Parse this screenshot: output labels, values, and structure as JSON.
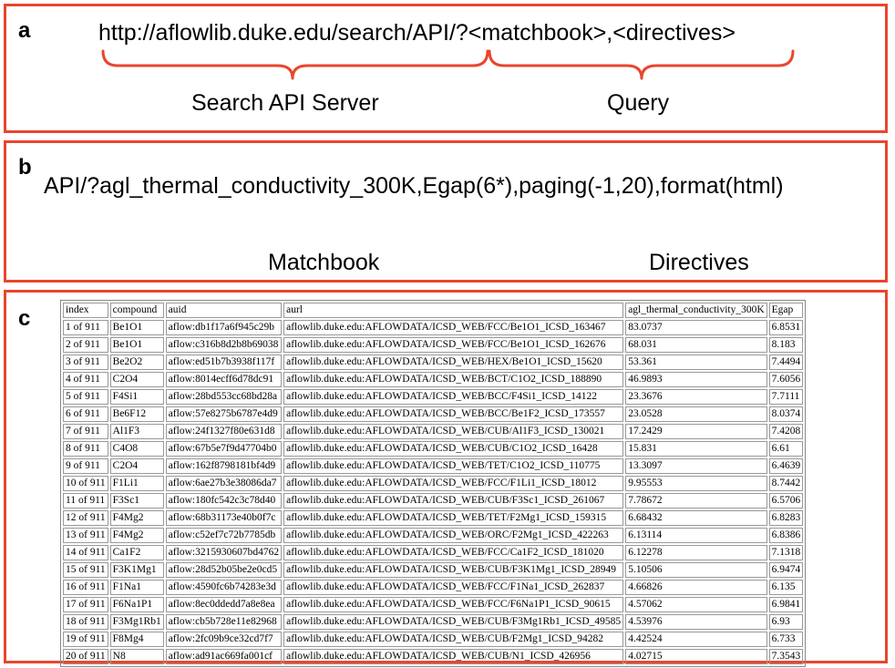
{
  "panel_a": {
    "label": "a",
    "url_prefix": "http://aflowlib.duke.edu/search/API/",
    "url_query": "?<matchbook>,<directives>",
    "server_caption": "Search API Server",
    "query_caption": "Query"
  },
  "panel_b": {
    "label": "b",
    "matchbook_part": "API/?agl_thermal_conductivity_300K,Egap(6*)",
    "directives_part": ",paging(-1,20),format(html)",
    "matchbook_caption": "Matchbook",
    "directives_caption": "Directives"
  },
  "panel_c": {
    "label": "c",
    "columns": [
      "index",
      "compound",
      "auid",
      "aurl",
      "agl_thermal_conductivity_300K",
      "Egap"
    ],
    "rows": [
      [
        "1 of 911",
        "Be1O1",
        "aflow:db1f17a6f945c29b",
        "aflowlib.duke.edu:AFLOWDATA/ICSD_WEB/FCC/Be1O1_ICSD_163467",
        "83.0737",
        "6.8531"
      ],
      [
        "2 of 911",
        "Be1O1",
        "aflow:c316b8d2b8b69038",
        "aflowlib.duke.edu:AFLOWDATA/ICSD_WEB/FCC/Be1O1_ICSD_162676",
        "68.031",
        "8.183"
      ],
      [
        "3 of 911",
        "Be2O2",
        "aflow:ed51b7b3938f117f",
        "aflowlib.duke.edu:AFLOWDATA/ICSD_WEB/HEX/Be1O1_ICSD_15620",
        "53.361",
        "7.4494"
      ],
      [
        "4 of 911",
        "C2O4",
        "aflow:8014ecff6d78dc91",
        "aflowlib.duke.edu:AFLOWDATA/ICSD_WEB/BCT/C1O2_ICSD_188890",
        "46.9893",
        "7.6056"
      ],
      [
        "5 of 911",
        "F4Si1",
        "aflow:28bd553cc68bd28a",
        "aflowlib.duke.edu:AFLOWDATA/ICSD_WEB/BCC/F4Si1_ICSD_14122",
        "23.3676",
        "7.7111"
      ],
      [
        "6 of 911",
        "Be6F12",
        "aflow:57e8275b6787e4d9",
        "aflowlib.duke.edu:AFLOWDATA/ICSD_WEB/BCC/Be1F2_ICSD_173557",
        "23.0528",
        "8.0374"
      ],
      [
        "7 of 911",
        "Al1F3",
        "aflow:24f1327f80e631d8",
        "aflowlib.duke.edu:AFLOWDATA/ICSD_WEB/CUB/Al1F3_ICSD_130021",
        "17.2429",
        "7.4208"
      ],
      [
        "8 of 911",
        "C4O8",
        "aflow:67b5e7f9d47704b0",
        "aflowlib.duke.edu:AFLOWDATA/ICSD_WEB/CUB/C1O2_ICSD_16428",
        "15.831",
        "6.61"
      ],
      [
        "9 of 911",
        "C2O4",
        "aflow:162f8798181bf4d9",
        "aflowlib.duke.edu:AFLOWDATA/ICSD_WEB/TET/C1O2_ICSD_110775",
        "13.3097",
        "6.4639"
      ],
      [
        "10 of 911",
        "F1Li1",
        "aflow:6ae27b3e38086da7",
        "aflowlib.duke.edu:AFLOWDATA/ICSD_WEB/FCC/F1Li1_ICSD_18012",
        "9.95553",
        "8.7442"
      ],
      [
        "11 of 911",
        "F3Sc1",
        "aflow:180fc542c3c78d40",
        "aflowlib.duke.edu:AFLOWDATA/ICSD_WEB/CUB/F3Sc1_ICSD_261067",
        "7.78672",
        "6.5706"
      ],
      [
        "12 of 911",
        "F4Mg2",
        "aflow:68b31173e40b0f7c",
        "aflowlib.duke.edu:AFLOWDATA/ICSD_WEB/TET/F2Mg1_ICSD_159315",
        "6.68432",
        "6.8283"
      ],
      [
        "13 of 911",
        "F4Mg2",
        "aflow:c52ef7c72b7785db",
        "aflowlib.duke.edu:AFLOWDATA/ICSD_WEB/ORC/F2Mg1_ICSD_422263",
        "6.13114",
        "6.8386"
      ],
      [
        "14 of 911",
        "Ca1F2",
        "aflow:3215930607bd4762",
        "aflowlib.duke.edu:AFLOWDATA/ICSD_WEB/FCC/Ca1F2_ICSD_181020",
        "6.12278",
        "7.1318"
      ],
      [
        "15 of 911",
        "F3K1Mg1",
        "aflow:28d52b05be2e0cd5",
        "aflowlib.duke.edu:AFLOWDATA/ICSD_WEB/CUB/F3K1Mg1_ICSD_28949",
        "5.10506",
        "6.9474"
      ],
      [
        "16 of 911",
        "F1Na1",
        "aflow:4590fc6b74283e3d",
        "aflowlib.duke.edu:AFLOWDATA/ICSD_WEB/FCC/F1Na1_ICSD_262837",
        "4.66826",
        "6.135"
      ],
      [
        "17 of 911",
        "F6Na1P1",
        "aflow:8ec0ddedd7a8e8ea",
        "aflowlib.duke.edu:AFLOWDATA/ICSD_WEB/FCC/F6Na1P1_ICSD_90615",
        "4.57062",
        "6.9841"
      ],
      [
        "18 of 911",
        "F3Mg1Rb1",
        "aflow:cb5b728e11e82968",
        "aflowlib.duke.edu:AFLOWDATA/ICSD_WEB/CUB/F3Mg1Rb1_ICSD_49585",
        "4.53976",
        "6.93"
      ],
      [
        "19 of 911",
        "F8Mg4",
        "aflow:2fc09b9ce32cd7f7",
        "aflowlib.duke.edu:AFLOWDATA/ICSD_WEB/CUB/F2Mg1_ICSD_94282",
        "4.42524",
        "6.733"
      ],
      [
        "20 of 911",
        "N8",
        "aflow:ad91ac669fa001cf",
        "aflowlib.duke.edu:AFLOWDATA/ICSD_WEB/CUB/N1_ICSD_426956",
        "4.02715",
        "7.3543"
      ]
    ]
  }
}
